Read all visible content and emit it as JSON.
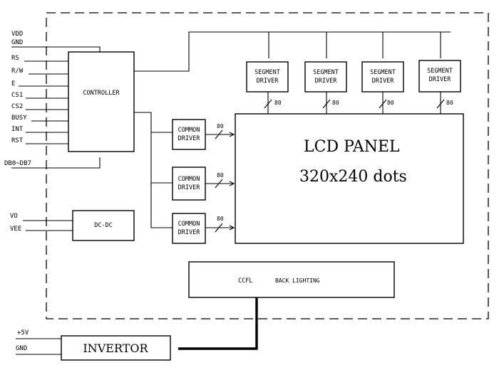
{
  "pins_top": {
    "vdd": "VDD",
    "gnd": "GND"
  },
  "pins_left": [
    "RS",
    "R/W",
    "E",
    "CS1",
    "CS2",
    "BUSY",
    "INT",
    "RST"
  ],
  "pins_data": "DB0~DB7",
  "pins_power": {
    "vo": "VO",
    "vee": "VEE"
  },
  "controller": "CONTROLLER",
  "segment_drivers": [
    {
      "line1": "SEGMENT",
      "line2": "DRIVER",
      "bus": "80"
    },
    {
      "line1": "SEGMENT",
      "line2": "DRIVER",
      "bus": "80"
    },
    {
      "line1": "SEGMENT",
      "line2": "DRIVER",
      "bus": "80"
    },
    {
      "line1": "SEGMENT",
      "line2": "DRIVER",
      "bus": "80"
    }
  ],
  "common_drivers": [
    {
      "line1": "COMMON",
      "line2": "DRIVER",
      "bus": "80"
    },
    {
      "line1": "COMMON",
      "line2": "DRIVER",
      "bus": "80"
    },
    {
      "line1": "COMMON",
      "line2": "DRIVER",
      "bus": "80"
    }
  ],
  "dcdc": "DC-DC",
  "lcd_panel": {
    "title": "LCD PANEL",
    "resolution": "320x240 dots"
  },
  "backlight": {
    "ccfl": "CCFL",
    "label": "BACK LIGHTING"
  },
  "inverter": {
    "label": "INVERTOR",
    "plus5v": "+5V",
    "gnd": "GND"
  }
}
